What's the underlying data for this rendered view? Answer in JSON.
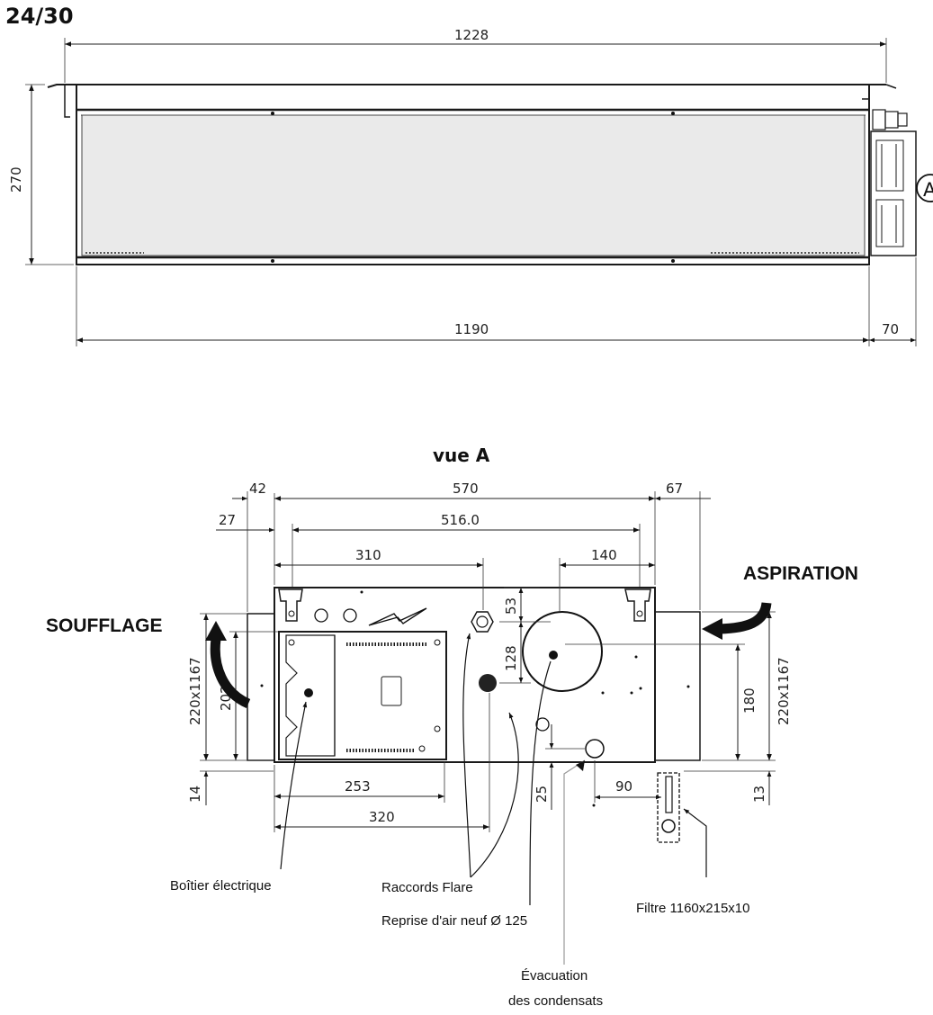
{
  "page_label": "24/30",
  "top_view": {
    "dimensions": {
      "overall_width": "1228",
      "height": "270",
      "body_width": "1190",
      "box_depth": "70"
    },
    "view_marker": "A"
  },
  "side_view": {
    "title": "vue A",
    "dimensions": {
      "d42": "42",
      "d570": "570",
      "d67": "67",
      "d27": "27",
      "d516": "516.0",
      "d310": "310",
      "d140": "140",
      "d53": "53",
      "d128": "128",
      "d202": "202",
      "d220_left": "220x1167",
      "d180": "180",
      "d220_right": "220x1167",
      "d14": "14",
      "d253": "253",
      "d320": "320",
      "d25": "25",
      "d90": "90",
      "d13": "13"
    },
    "labels": {
      "soufflage": "SOUFFLAGE",
      "aspiration": "ASPIRATION",
      "boitier": "Boîtier électrique",
      "raccords": "Raccords Flare",
      "reprise": "Reprise d'air neuf Ø 125",
      "evacuation_1": "Évacuation",
      "evacuation_2": "des condensats",
      "filtre": "Filtre 1160x215x10"
    }
  },
  "colors": {
    "panel_fill": "#eaeaea",
    "line": "#1a1a1a",
    "leader_light": "#9a9a9a"
  }
}
